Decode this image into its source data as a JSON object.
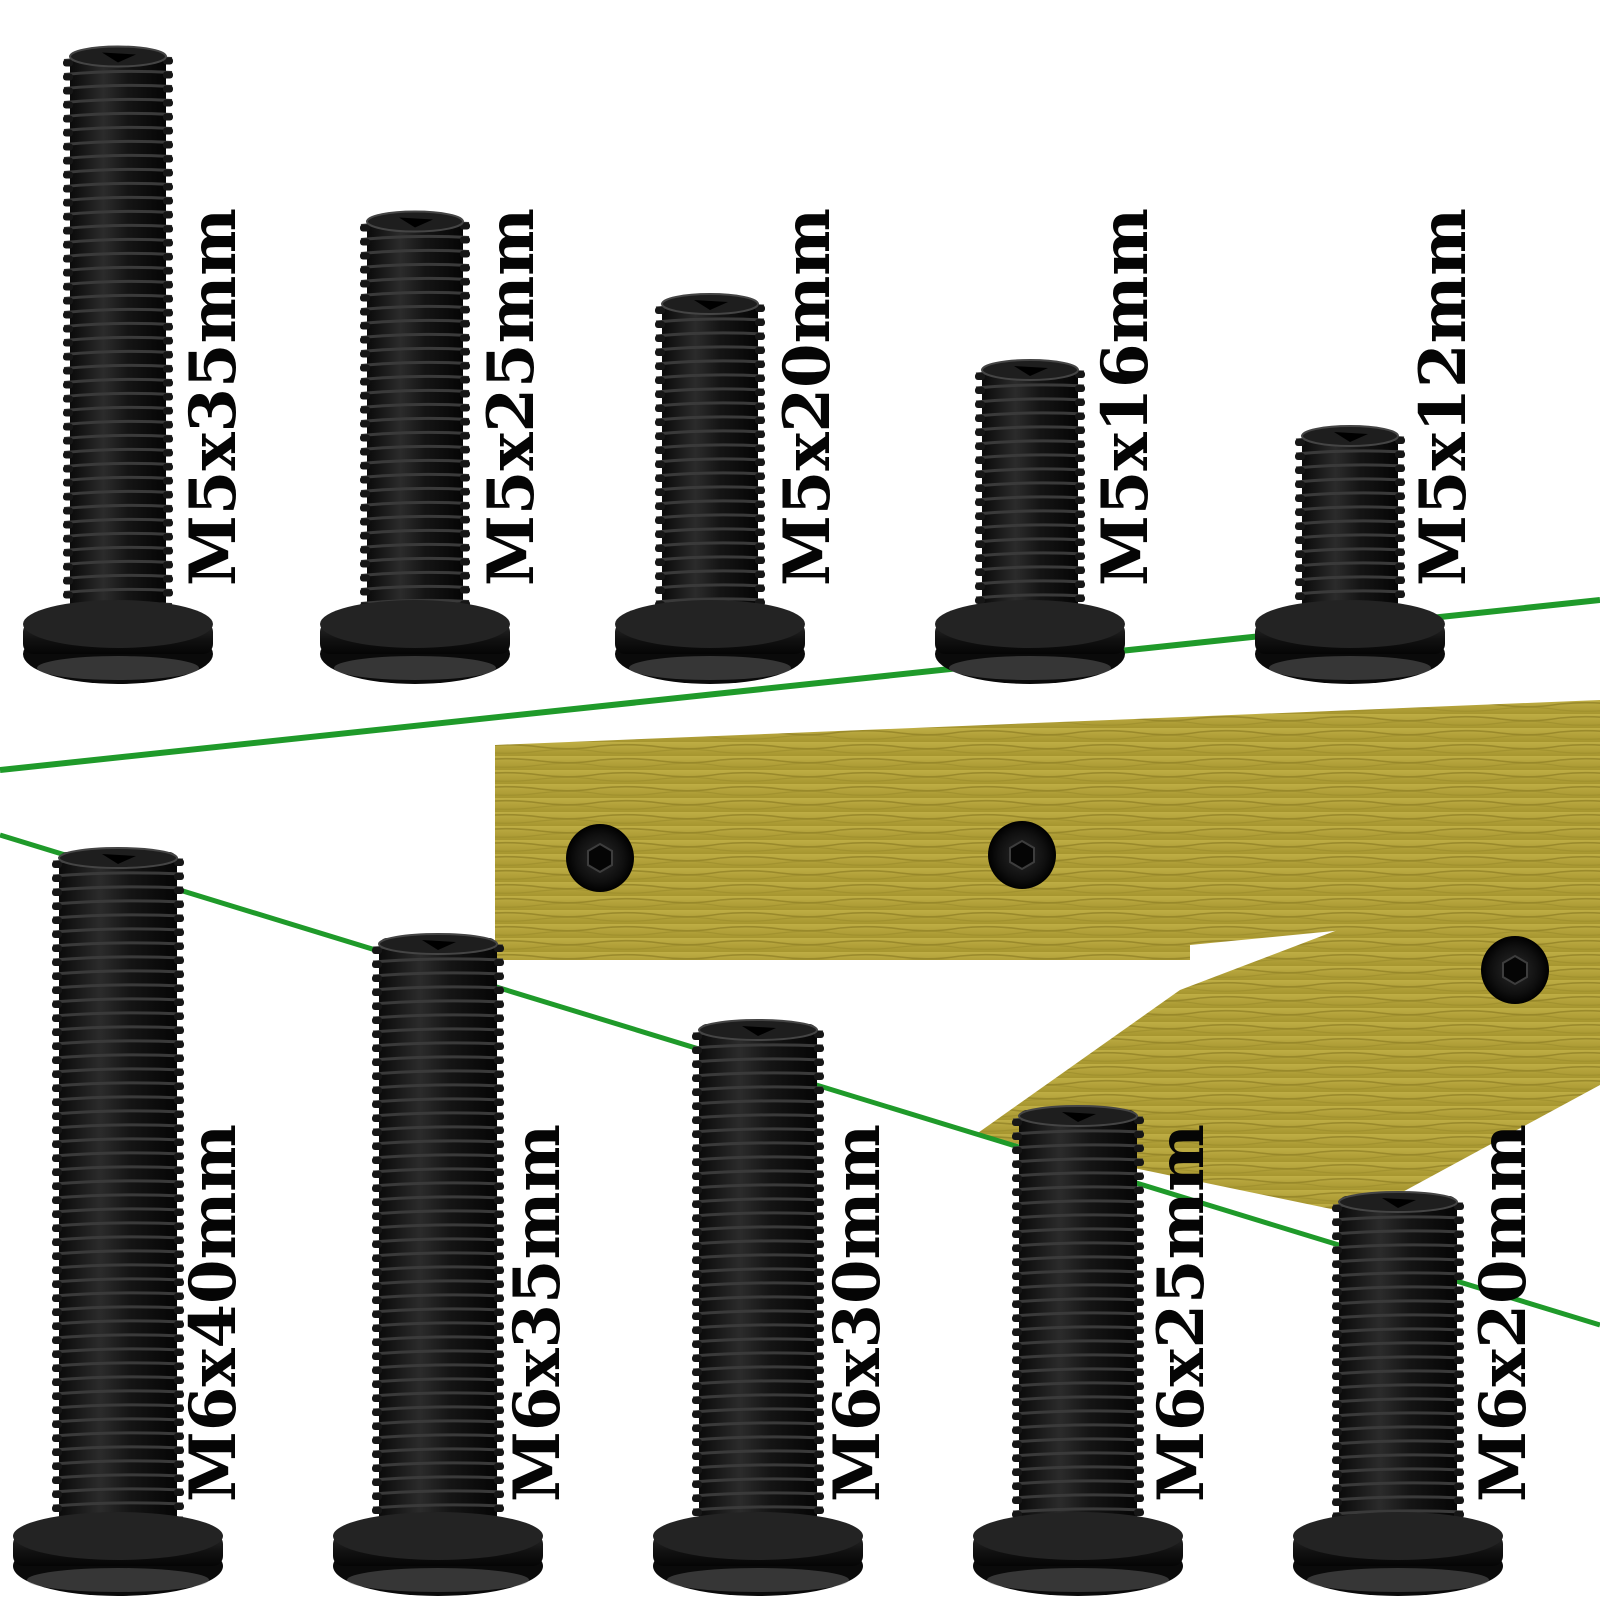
{
  "colors": {
    "background": "#ffffff",
    "screw": "#111111",
    "screw_highlight": "#3a3a3a",
    "guide_line": "#1f9a2a",
    "wood": "#b5a43c",
    "wood_grain": "#8f7f22"
  },
  "rows": [
    {
      "row": "m5",
      "screws": [
        {
          "label": "M5x35mm",
          "length_mm": 35
        },
        {
          "label": "M5x25mm",
          "length_mm": 25
        },
        {
          "label": "M5x20mm",
          "length_mm": 20
        },
        {
          "label": "M5x16mm",
          "length_mm": 16
        },
        {
          "label": "M5x12mm",
          "length_mm": 12
        }
      ]
    },
    {
      "row": "m6",
      "screws": [
        {
          "label": "M6x40mm",
          "length_mm": 40
        },
        {
          "label": "M6x35mm",
          "length_mm": 35
        },
        {
          "label": "M6x30mm",
          "length_mm": 30
        },
        {
          "label": "M6x25mm",
          "length_mm": 25
        },
        {
          "label": "M6x20mm",
          "length_mm": 20
        }
      ]
    }
  ]
}
